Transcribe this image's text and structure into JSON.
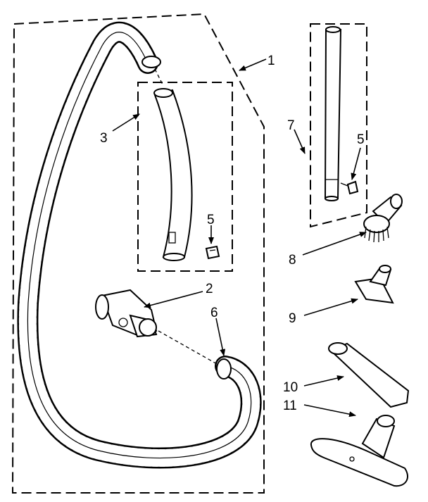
{
  "callouts": {
    "c1": "1",
    "c2": "2",
    "c3": "3",
    "c5a": "5",
    "c5b": "5",
    "c6": "6",
    "c7": "7",
    "c8": "8",
    "c9": "9",
    "c10": "10",
    "c11": "11"
  },
  "colors": {
    "ink": "#000000",
    "paper": "#ffffff"
  }
}
